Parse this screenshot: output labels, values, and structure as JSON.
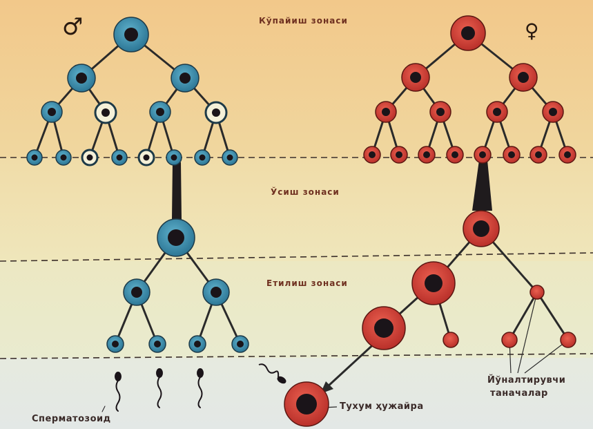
{
  "zones": {
    "multiplication": "Кўпайиш зонаси",
    "growth": "Ўсиш зонаси",
    "maturation": "Етилиш зонаси"
  },
  "symbols": {
    "male": "♂",
    "female": "♀"
  },
  "captions": {
    "sperm": "Сперматозоид",
    "egg": "Тухум ҳужайра",
    "polar_line1": "Йўналтирувчи",
    "polar_line2": "таначалар"
  },
  "colors": {
    "zone_top": "#f2c98a",
    "zone_mid": "#f1e3b4",
    "zone_lower": "#ecebc8",
    "zone_bottom": "#e6ebe3",
    "male_cell": "#3d8fae",
    "female_cell": "#d8473a",
    "nucleus": "#1a1419"
  }
}
